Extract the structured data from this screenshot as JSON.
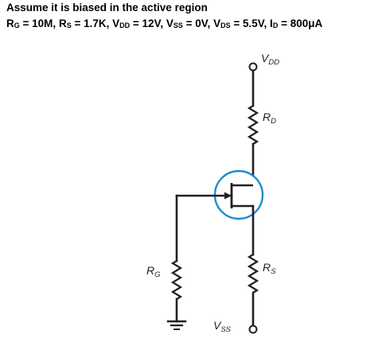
{
  "problem": {
    "heading": "Assume it is biased in the active region",
    "params": [
      {
        "sym": "R",
        "sub": "G",
        "val": "10M"
      },
      {
        "sym": "R",
        "sub": "S",
        "val": "1.7K"
      },
      {
        "sym": "V",
        "sub": "DD",
        "val": "12V"
      },
      {
        "sym": "V",
        "sub": "SS",
        "val": "0V"
      },
      {
        "sym": "V",
        "sub": "DS",
        "val": "5.5V"
      },
      {
        "sym": "I",
        "sub": "D",
        "val": "800μA"
      }
    ]
  },
  "circuit": {
    "labels": {
      "vdd": {
        "main": "V",
        "sub": "DD"
      },
      "rd": {
        "main": "R",
        "sub": "D"
      },
      "rg": {
        "main": "R",
        "sub": "G"
      },
      "rs": {
        "main": "R",
        "sub": "S"
      },
      "vss": {
        "main": "V",
        "sub": "SS"
      }
    },
    "colors": {
      "wire": "#231f20",
      "transistor_circle": "#1f8bd0",
      "transistor_fill": "#ffffff"
    },
    "icons": [
      "terminal-open-circle",
      "resistor-zigzag",
      "n-channel-jfet",
      "ground-symbol"
    ]
  }
}
